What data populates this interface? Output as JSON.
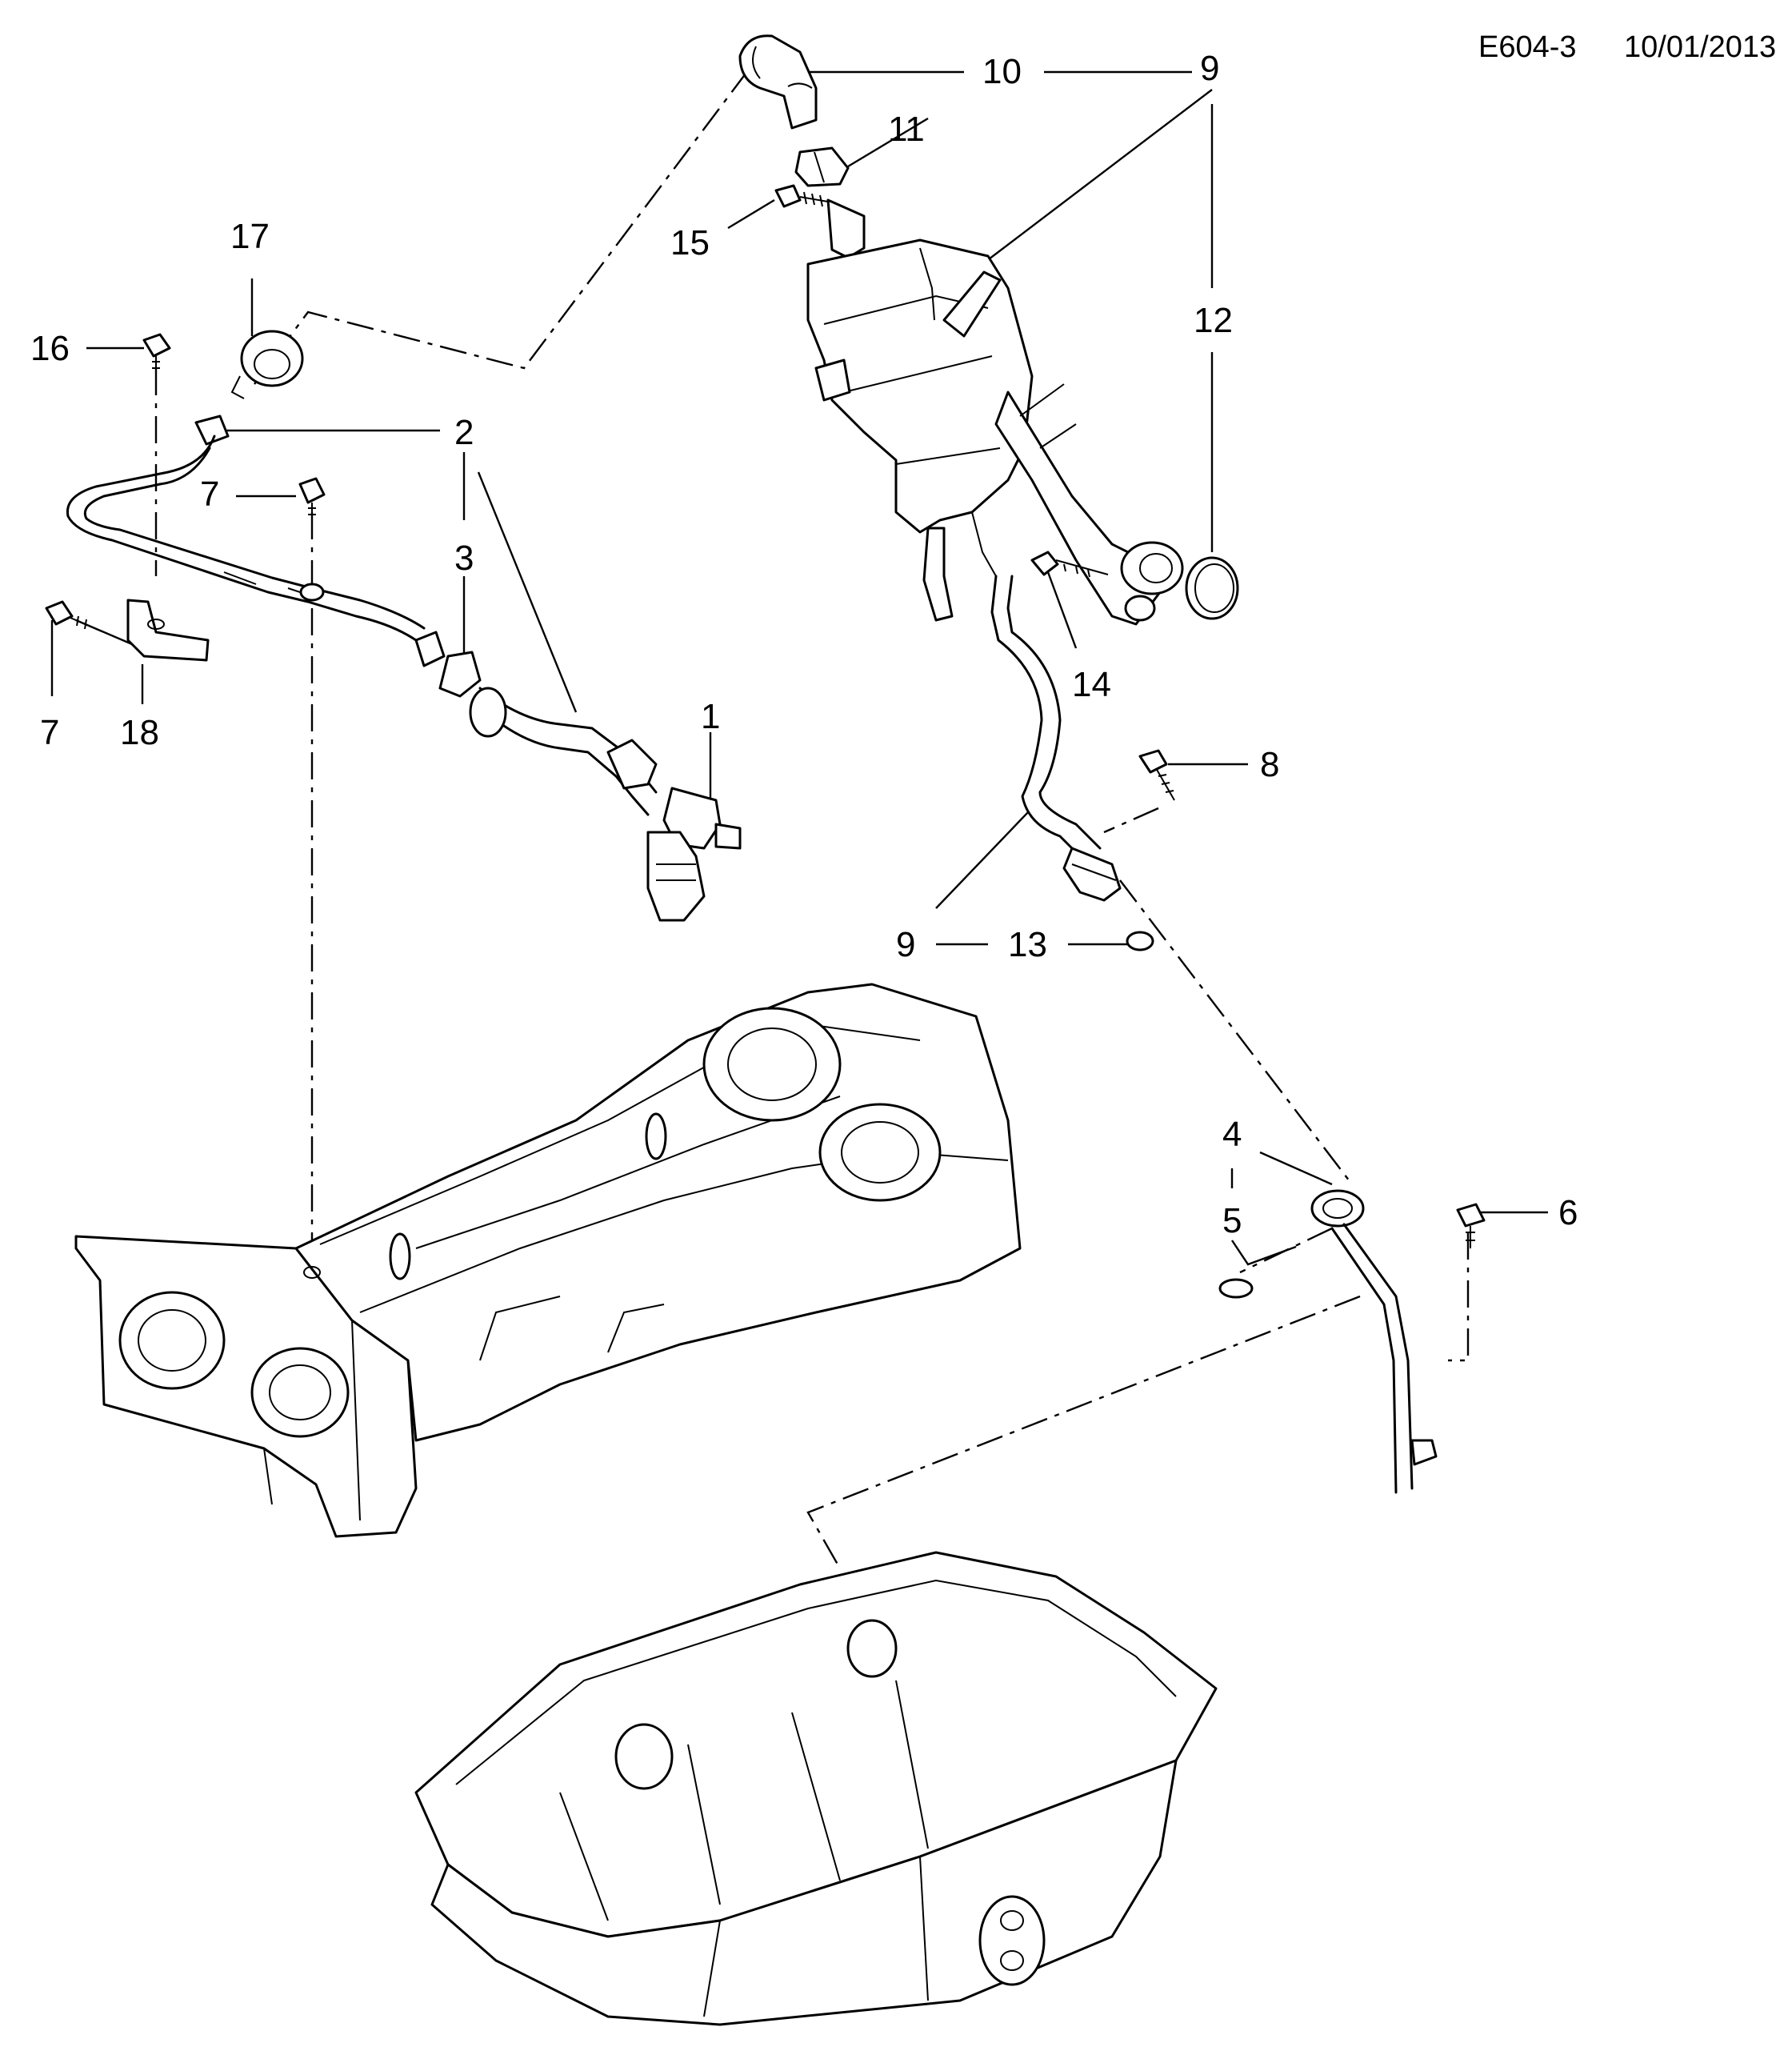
{
  "header": {
    "drawing_code": "E604-3",
    "date": "10/01/2013"
  },
  "callouts": {
    "c1": "1",
    "c2": "2",
    "c3": "3",
    "c4": "4",
    "c5": "5",
    "c6": "6",
    "c7a": "7",
    "c7b": "7",
    "c8": "8",
    "c9a": "9",
    "c9b": "9",
    "c10": "10",
    "c11": "11",
    "c12": "12",
    "c13": "13",
    "c14": "14",
    "c15": "15",
    "c16": "16",
    "c17": "17",
    "c18": "18"
  }
}
